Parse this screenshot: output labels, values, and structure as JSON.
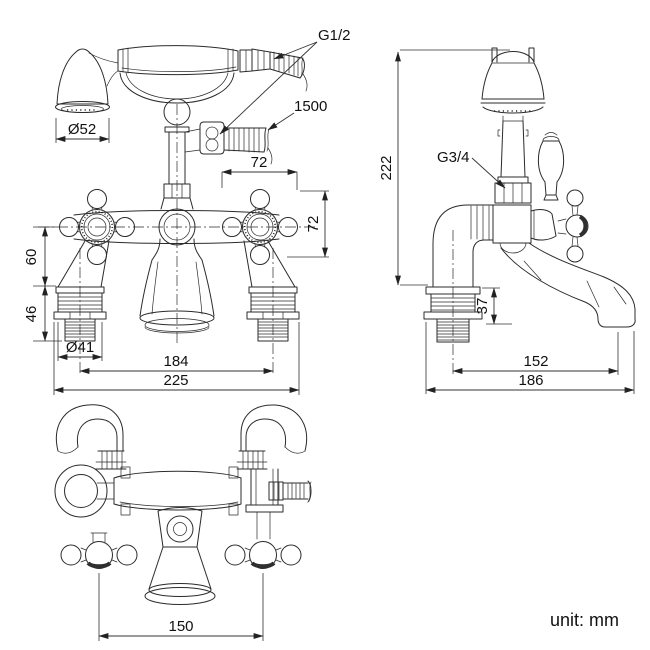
{
  "drawing": {
    "unit_label": "unit: mm",
    "colors": {
      "background": "#ffffff",
      "line": "#2b2b2b",
      "dim": "#333333",
      "text": "#111111"
    },
    "views": {
      "front": {
        "labels": {
          "head_diameter": "Ø52",
          "hose_thread": "G1/2",
          "hose_length": "1500",
          "handle_width": "72",
          "handle_height": "72",
          "deck_to_handle": "60",
          "shank_length": "46",
          "shank_diameter": "Ø41",
          "inlet_centres": "184",
          "overall_width": "225"
        }
      },
      "side": {
        "labels": {
          "overall_height": "222",
          "spout_thread": "G3/4",
          "spout_height": "37",
          "spout_reach": "152",
          "overall_depth": "186"
        }
      },
      "top": {
        "labels": {
          "handle_centres": "150"
        }
      }
    }
  }
}
